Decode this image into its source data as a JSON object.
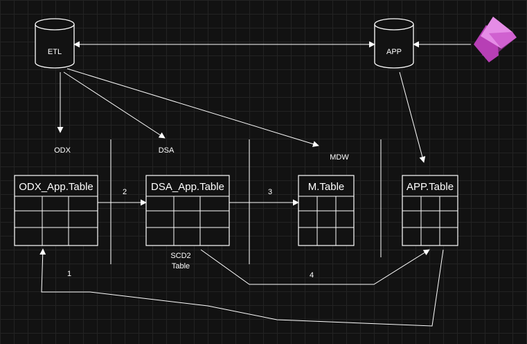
{
  "databases": {
    "etl": "ETL",
    "app": "APP"
  },
  "zones": {
    "odx": "ODX",
    "dsa": "DSA",
    "mdw": "MDW"
  },
  "tables": {
    "odx": "ODX_App.Table",
    "dsa": "DSA_App.Table",
    "m": "M.Table",
    "app": "APP.Table"
  },
  "notes": {
    "scd2_line1": "SCD2",
    "scd2_line2": "Table"
  },
  "steps": {
    "s1": "1",
    "s2": "2",
    "s3": "3",
    "s4": "4"
  },
  "icons": {
    "power_apps": "power-apps-logo-icon"
  },
  "colors": {
    "background": "#121212",
    "line": "#ffffff",
    "logo_dark": "#742774",
    "logo_mid": "#b73fb5",
    "logo_light": "#e58ce6"
  }
}
